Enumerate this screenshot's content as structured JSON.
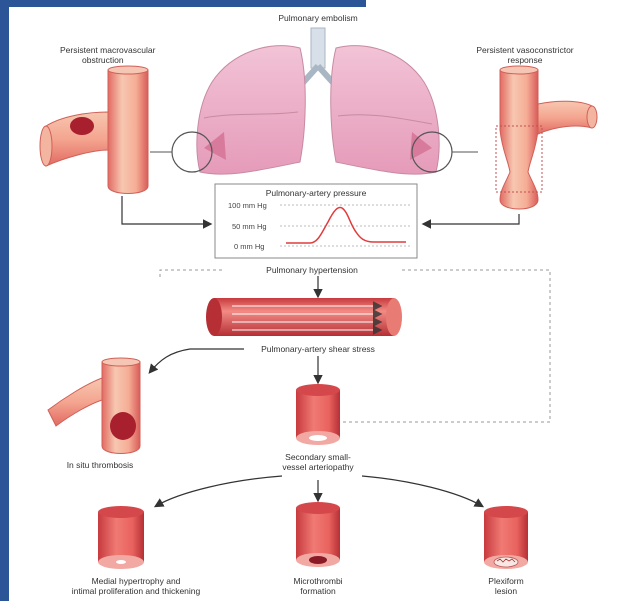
{
  "labels": {
    "title": "Pulmonary embolism",
    "left_top_1": "Persistent macrovascular",
    "left_top_2": "obstruction",
    "right_top_1": "Persistent vasoconstrictor",
    "right_top_2": "response",
    "pressure_title": "Pulmonary-artery pressure",
    "p100": "100 mm Hg",
    "p50": "50 mm Hg",
    "p0": "0 mm Hg",
    "hypertension": "Pulmonary hypertension",
    "shear": "Pulmonary-artery shear stress",
    "thrombosis": "In situ thrombosis",
    "secondary_1": "Secondary small-",
    "secondary_2": "vessel arteriopathy",
    "medial_1": "Medial hypertrophy and",
    "medial_2": "intimal proliferation and thickening",
    "micro_1": "Microthrombi",
    "micro_2": "formation",
    "plex_1": "Plexiform",
    "plex_2": "lesion"
  },
  "colors": {
    "frame": "#2b5597",
    "vessel": "#e8605f",
    "vessel_light": "#f6b9a6",
    "lung": "#e9a9c4",
    "clot": "#a8202e",
    "curve": "#e23b3b",
    "arrow": "#333333"
  }
}
